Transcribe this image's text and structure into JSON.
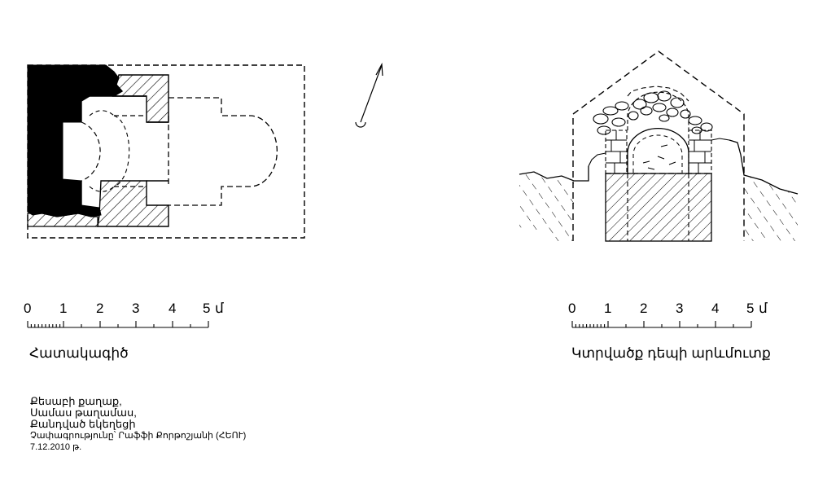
{
  "plan": {
    "caption": "Հատակագիծ",
    "scale": {
      "labels": [
        "0",
        "1",
        "2",
        "3",
        "4",
        "5"
      ],
      "unit": "մ"
    }
  },
  "section": {
    "caption": "Կտրվածք դեպի արևմուտք",
    "scale": {
      "labels": [
        "0",
        "1",
        "2",
        "3",
        "4",
        "5"
      ],
      "unit": "մ"
    }
  },
  "info": {
    "line1": "Քեսաբի քաղաք,",
    "line2": "Սամաս թաղամաս,",
    "line3": "Քանդված եկեղեցի",
    "line4": "Չափագրությունը՝   Րաֆֆի Քորթոշյանի (ՀԵՈՒ)",
    "line5": "7.12.2010 թ."
  },
  "icons": {
    "north": "north-arrow-icon"
  }
}
